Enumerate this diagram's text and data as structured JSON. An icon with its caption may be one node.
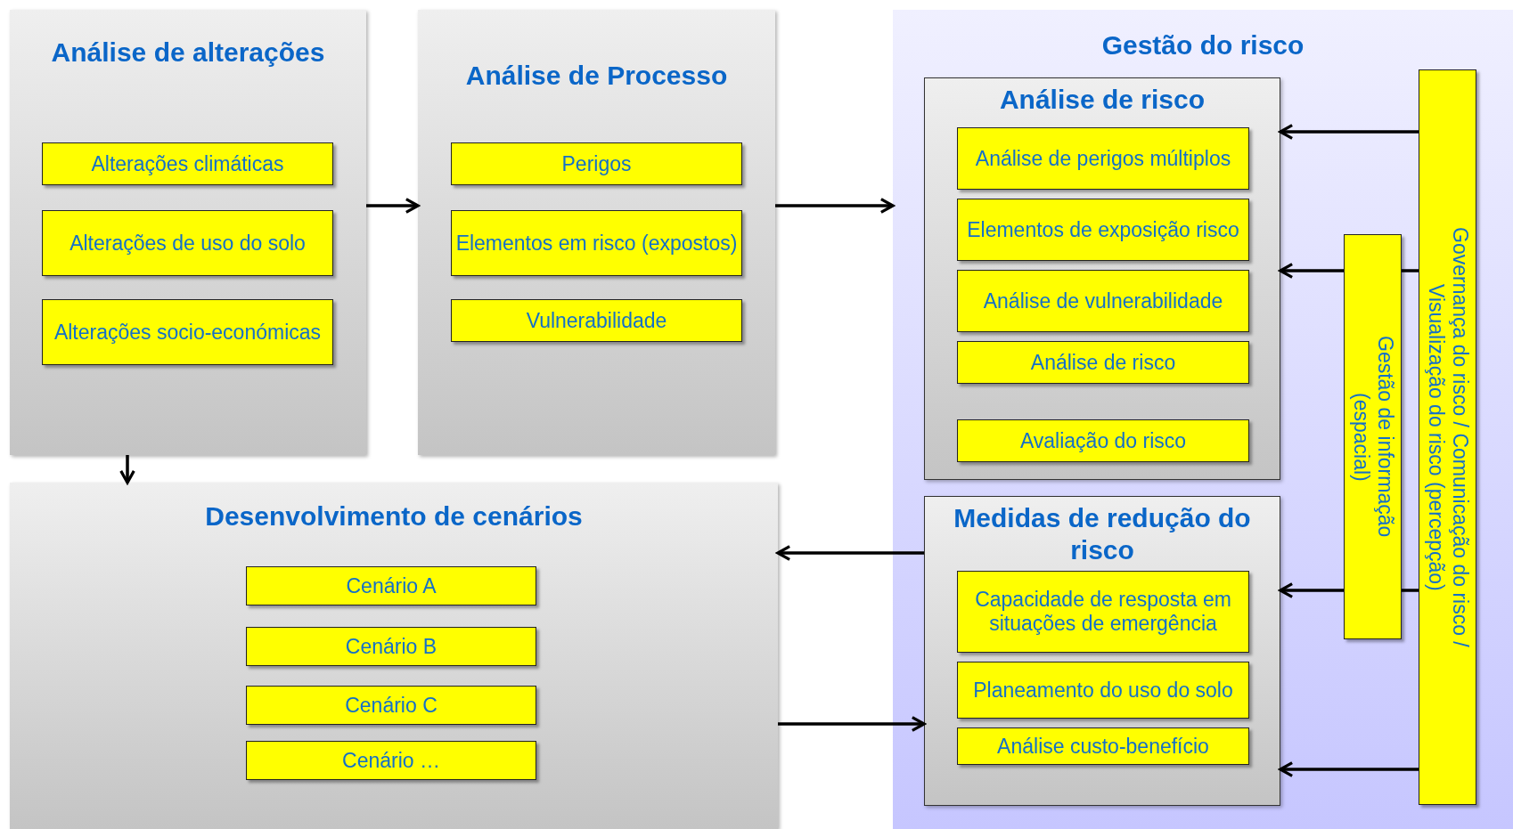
{
  "diagram": {
    "nodes": [
      {
        "text": [
          "Análise de alterações"
        ]
      },
      {
        "text": [
          "Alterações climáticas"
        ],
        "in": 0
      },
      {
        "text": [
          "Alterações de uso do solo"
        ],
        "in": 0
      },
      {
        "text": [
          "Alterações socio-económicas"
        ],
        "in": 0
      },
      {
        "text": [
          "Análise de Processo"
        ]
      },
      {
        "text": [
          "Perigos"
        ],
        "in": 4
      },
      {
        "text": [
          "Elementos em risco (expostos)"
        ],
        "in": 4
      },
      {
        "text": [
          "Vulnerabilidade"
        ],
        "in": 4
      },
      {
        "text": [
          "Gestão do risco"
        ]
      },
      {
        "text": [
          "Análise de risco"
        ],
        "in": 8
      },
      {
        "text": [
          "Análise de perigos múltiplos"
        ],
        "in": 9
      },
      {
        "text": [
          "Elementos de exposição risco"
        ],
        "in": 9
      },
      {
        "text": [
          "Análise de vulnerabilidade"
        ],
        "in": 9
      },
      {
        "text": [
          "Análise de risco"
        ],
        "in": 9
      },
      {
        "text": [
          "Avaliação do risco"
        ],
        "in": 9
      },
      {
        "text": [
          "Medidas de redução do risco"
        ],
        "in": 8
      },
      {
        "text": [
          "Capacidade de resposta em situações de emergência"
        ],
        "in": 15
      },
      {
        "text": [
          "Planeamento do uso do solo"
        ],
        "in": 15
      },
      {
        "text": [
          "Análise custo-benefício"
        ],
        "in": 15
      },
      {
        "text": [
          "Gestão de informação (espacial)"
        ],
        "in": 8
      },
      {
        "text": [
          "Governança do risco / Comunicação do risco / Visualização do risco (percepção)"
        ],
        "in": 8
      },
      {
        "text": [
          "Desenvolvimento de cenários"
        ]
      },
      {
        "text": [
          "Cenário A"
        ],
        "in": 21
      },
      {
        "text": [
          "Cenário B"
        ],
        "in": 21
      },
      {
        "text": [
          "Cenário C"
        ],
        "in": 21
      },
      {
        "text": [
          "Cenário …"
        ],
        "in": 21
      }
    ],
    "edges": [
      {
        "from": 0,
        "to": 4,
        "arrow": "to"
      },
      {
        "from": 4,
        "to": 8,
        "arrow": "to"
      },
      {
        "from": 0,
        "to": 21,
        "arrow": "to"
      },
      {
        "from": 15,
        "to": 21,
        "arrow": "to"
      },
      {
        "from": 21,
        "to": 15,
        "arrow": "to"
      },
      {
        "from": 20,
        "to": 9,
        "arrow": "to"
      },
      {
        "from": 20,
        "to": 19,
        "arrow": "none"
      },
      {
        "from": 19,
        "to": 9,
        "arrow": "to"
      },
      {
        "from": 20,
        "to": 19,
        "arrow": "none"
      },
      {
        "from": 19,
        "to": 15,
        "arrow": "to"
      },
      {
        "from": 20,
        "to": 15,
        "arrow": "to"
      }
    ]
  }
}
